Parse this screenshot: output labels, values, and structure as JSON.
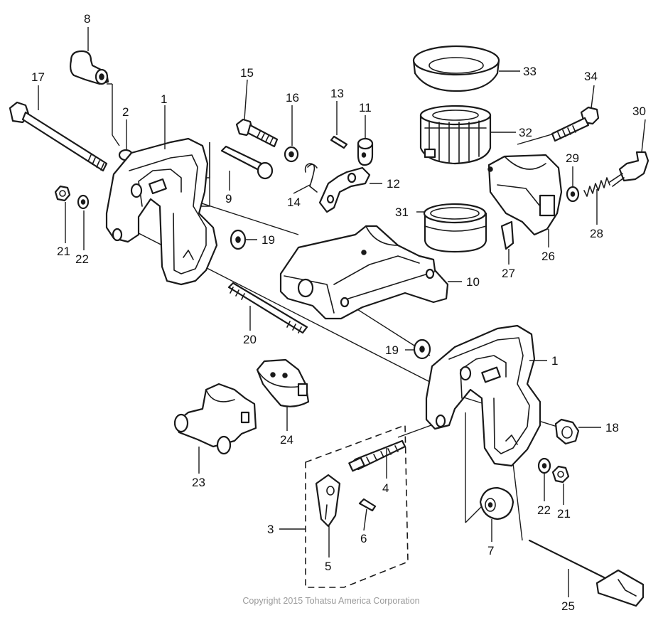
{
  "diagram": {
    "callouts": [
      "1",
      "1",
      "2",
      "3",
      "4",
      "5",
      "6",
      "7",
      "8",
      "9",
      "10",
      "11",
      "12",
      "13",
      "14",
      "15",
      "16",
      "17",
      "18",
      "19",
      "19",
      "20",
      "21",
      "21",
      "22",
      "22",
      "23",
      "24",
      "25",
      "26",
      "27",
      "28",
      "29",
      "30",
      "31",
      "32",
      "33",
      "34"
    ],
    "copyright": "Copyright 2015 Tohatsu America Corporation"
  }
}
